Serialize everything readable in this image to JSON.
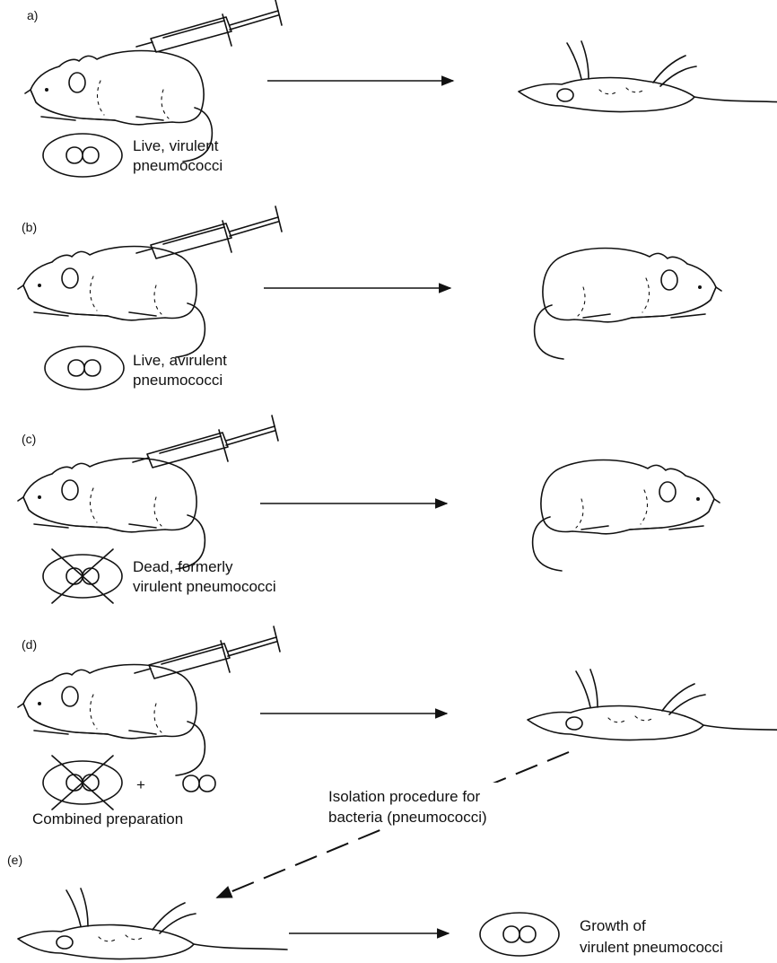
{
  "panels": {
    "a": {
      "label": "a)",
      "caption_line1": "Live, virulent",
      "caption_line2": "pneumococci",
      "outcome": "dead mouse"
    },
    "b": {
      "label": "(b)",
      "caption_line1": "Live, avirulent",
      "caption_line2": "pneumococci",
      "outcome": "live mouse"
    },
    "c": {
      "label": "(c)",
      "caption_line1": "Dead, formerly",
      "caption_line2": "virulent pneumococci",
      "outcome": "live mouse"
    },
    "d": {
      "label": "(d)",
      "plus": "+",
      "caption": "Combined preparation",
      "outcome": "dead mouse"
    },
    "isolation": {
      "line1": "Isolation procedure for",
      "line2": "bacteria (pneumococci)"
    },
    "e": {
      "label": "(e)",
      "caption_line1": "Growth of",
      "caption_line2": "virulent  pneumococci"
    }
  },
  "icons": [
    "syringe-icon",
    "mouse-icon",
    "petri-dish-icon",
    "crossed-dish-icon",
    "arrow-icon"
  ]
}
